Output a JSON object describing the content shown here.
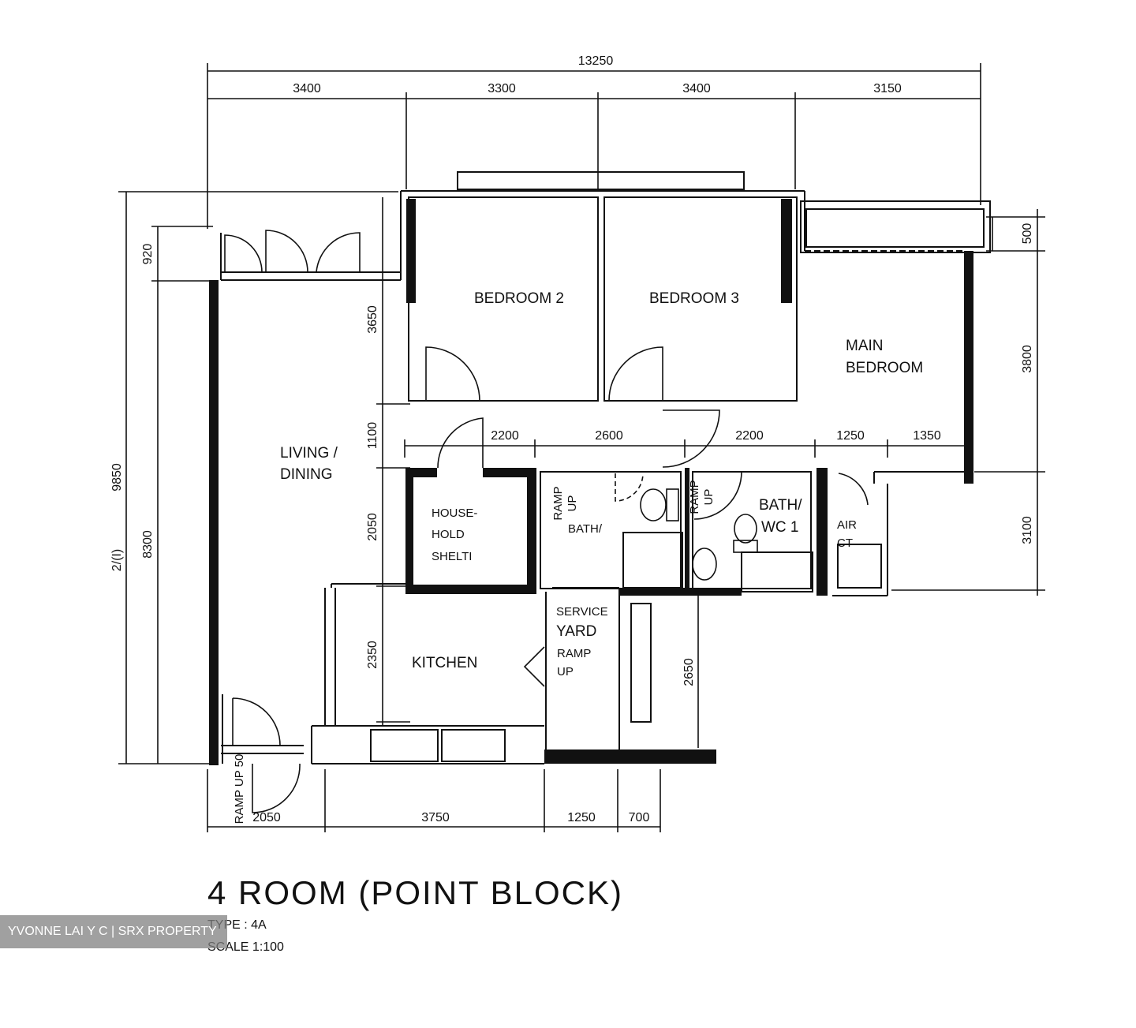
{
  "dimensions": {
    "top_total": "13250",
    "top_segments": [
      "3400",
      "3300",
      "3400",
      "3150"
    ],
    "left_outer": "9850",
    "left_mid": "8300",
    "left_top": "920",
    "left_note": "2/(I)",
    "bedroom_depth": "3650",
    "corridor": "1100",
    "household_depth": "2050",
    "kitchen_depth": "2350",
    "right_top": "500",
    "right_main": "3800",
    "right_lower": "3100",
    "mid_segments": [
      "2200",
      "2600",
      "2200",
      "1250",
      "1350"
    ],
    "yard_depth": "2650",
    "bottom_segments": [
      "2050",
      "3750",
      "1250",
      "700"
    ]
  },
  "rooms": {
    "bedroom2": "BEDROOM 2",
    "bedroom3": "BEDROOM 3",
    "main_bedroom_1": "MAIN",
    "main_bedroom_2": "BEDROOM",
    "living_1": "LIVING /",
    "living_2": "DINING",
    "household_1": "HOUSE-",
    "household_2": "HOLD",
    "household_3": "SHELTI",
    "bath2": "BATH/",
    "bath1_1": "BATH/",
    "bath1_2": "WC 1",
    "air_1": "AIR",
    "air_2": "CT",
    "service_1": "SERVICE",
    "service_2": "YARD",
    "kitchen": "KITCHEN",
    "ramp_1": "RAMP",
    "ramp_2": "UP",
    "ramp_entry": "RAMP UP 50"
  },
  "title": {
    "main": "4 ROOM (POINT BLOCK)",
    "type": "TYPE  :  4A",
    "scale": "SCALE    1:100"
  },
  "watermark": "YVONNE LAI Y C | SRX PROPERTY"
}
